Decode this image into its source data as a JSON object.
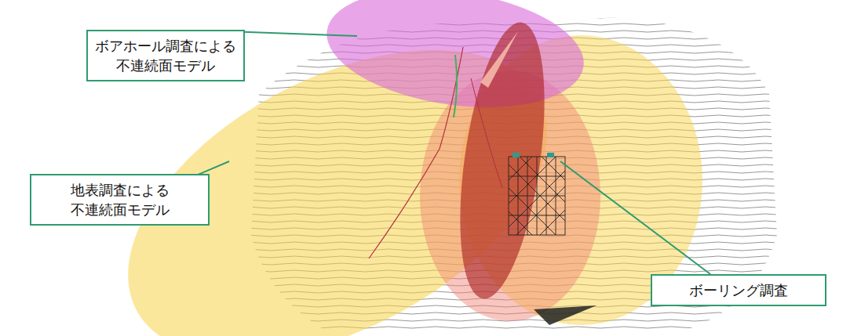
{
  "diagram": {
    "nodes": [
      {
        "text": [
          "ボアホール調査による 不連続面モデル"
        ]
      },
      {
        "text": [
          "地表調査による 不連続面モデル"
        ]
      },
      {
        "text": [
          "ボーリング調査"
        ]
      }
    ]
  }
}
